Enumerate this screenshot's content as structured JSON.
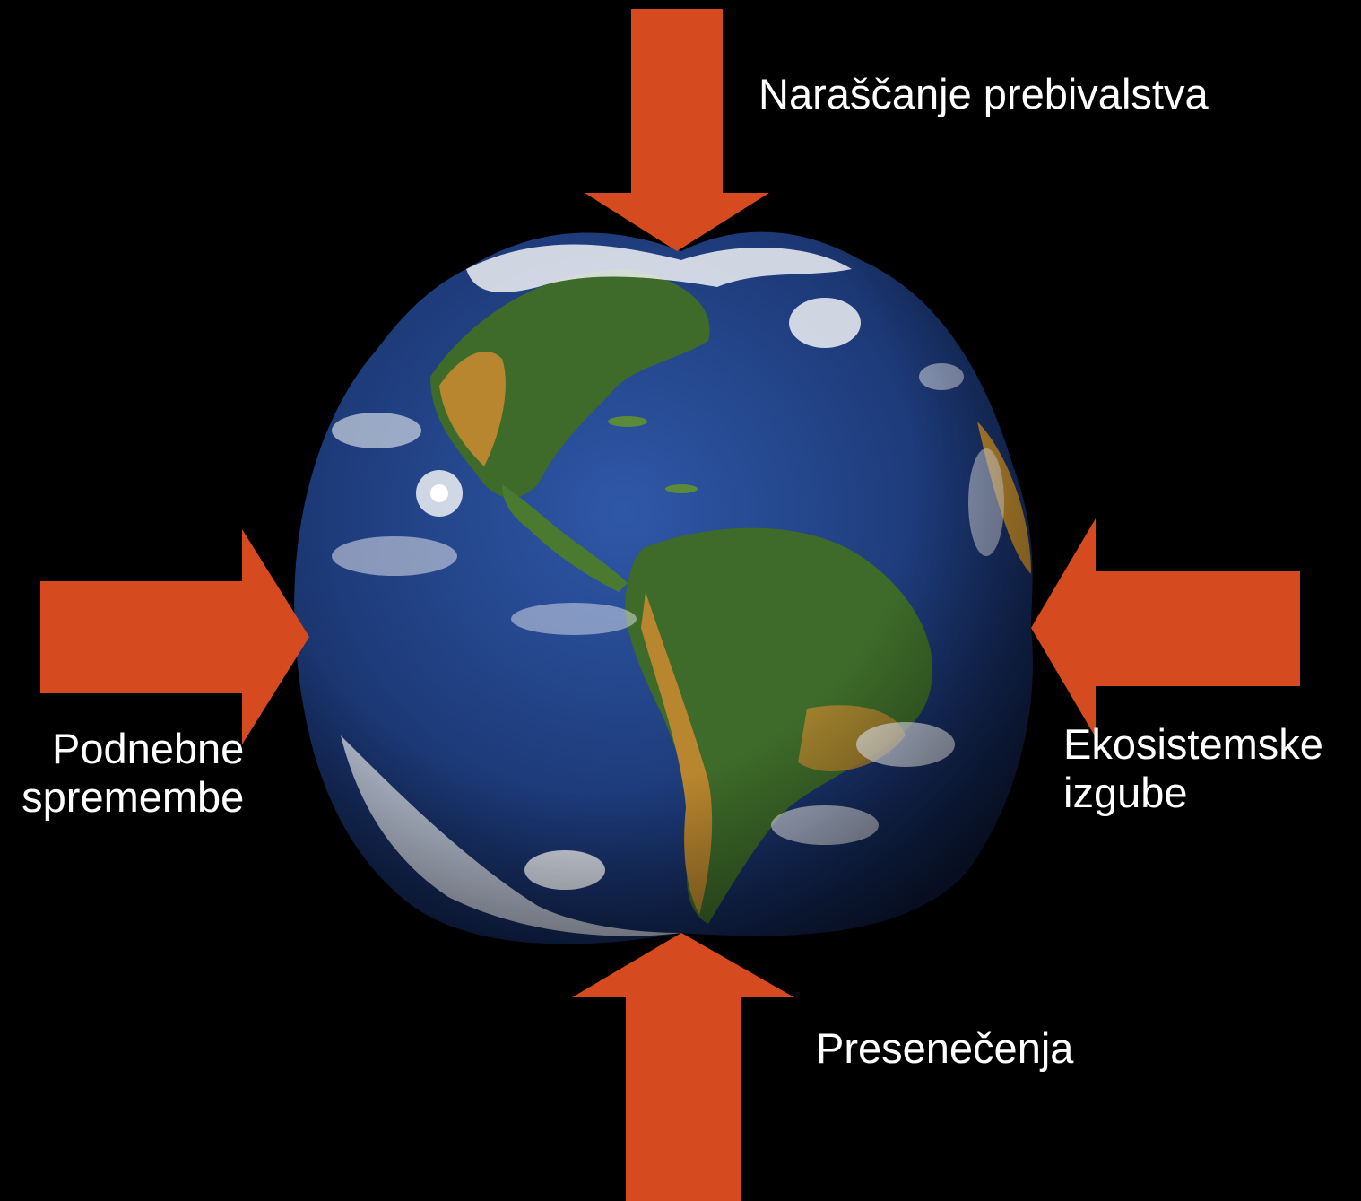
{
  "colors": {
    "background": "#000000",
    "arrow": "#d64a1f",
    "ocean": "#1d3a78",
    "land": "#3e6b2a",
    "desert": "#b8862e",
    "cloud": "#f0f2f5",
    "text": "#ffffff"
  },
  "pressures": {
    "top": {
      "label": "Naraščanje prebivalstva"
    },
    "bottom": {
      "label": "Presenečenja"
    },
    "left": {
      "line1": "Podnebne",
      "line2": "spremembe"
    },
    "right": {
      "line1": "Ekosistemske",
      "line2": "izgube"
    }
  },
  "icons": [
    "earth-icon",
    "arrow-down-icon",
    "arrow-up-icon",
    "arrow-right-icon",
    "arrow-left-icon"
  ]
}
